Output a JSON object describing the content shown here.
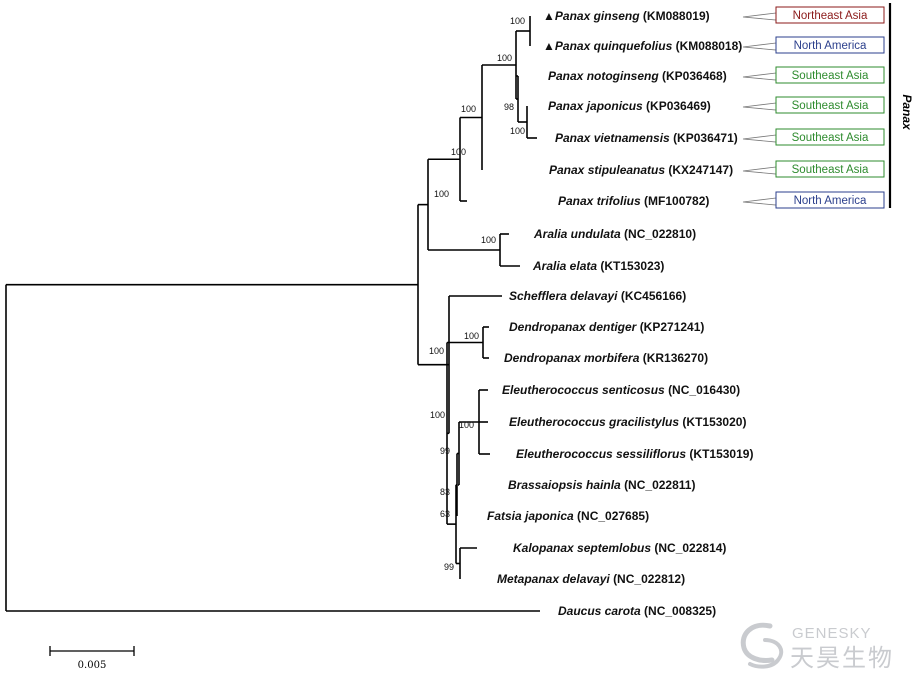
{
  "taxa": [
    {
      "id": "ginseng",
      "marker": "▲",
      "genus": "Panax ginseng",
      "accession": "(KM088019)",
      "region": "Northeast Asia"
    },
    {
      "id": "quinquefolius",
      "marker": "▲",
      "genus": "Panax quinquefolius",
      "accession": "(KM088018)",
      "region": "North America"
    },
    {
      "id": "notoginseng",
      "marker": "",
      "genus": "Panax notoginseng",
      "accession": "(KP036468)",
      "region": "Southeast Asia"
    },
    {
      "id": "japonicus",
      "marker": "",
      "genus": "Panax japonicus",
      "accession": "(KP036469)",
      "region": "Southeast Asia"
    },
    {
      "id": "vietnamensis",
      "marker": "",
      "genus": "Panax vietnamensis",
      "accession": "(KP036471)",
      "region": "Southeast Asia"
    },
    {
      "id": "stipuleanatus",
      "marker": "",
      "genus": "Panax stipuleanatus",
      "accession": "(KX247147)",
      "region": "Southeast Asia"
    },
    {
      "id": "trifolius",
      "marker": "",
      "genus": "Panax trifolius",
      "accession": "(MF100782)",
      "region": "North America"
    },
    {
      "id": "aralia_undulata",
      "marker": "",
      "genus": "Aralia undulata",
      "accession": "(NC_022810)",
      "region": ""
    },
    {
      "id": "aralia_elata",
      "marker": "",
      "genus": "Aralia elata",
      "accession": "(KT153023)",
      "region": ""
    },
    {
      "id": "schefflera",
      "marker": "",
      "genus": "Schefflera delavayi",
      "accession": " (KC456166)",
      "region": ""
    },
    {
      "id": "dendro_dentiger",
      "marker": "",
      "genus": "Dendropanax dentiger",
      "accession": "(KP271241)",
      "region": ""
    },
    {
      "id": "dendro_morbifera",
      "marker": "",
      "genus": "Dendropanax morbifera",
      "accession": "(KR136270)",
      "region": ""
    },
    {
      "id": "eleu_senticosus",
      "marker": "",
      "genus": "Eleutherococcus senticosus",
      "accession": "(NC_016430)",
      "region": ""
    },
    {
      "id": "eleu_gracilistylus",
      "marker": "",
      "genus": "Eleutherococcus gracilistylus",
      "accession": "(KT153020)",
      "region": ""
    },
    {
      "id": "eleu_sessiliflorus",
      "marker": "",
      "genus": "Eleutherococcus sessiliflorus",
      "accession": "(KT153019)",
      "region": ""
    },
    {
      "id": "brassaiopsis",
      "marker": "",
      "genus": "Brassaiopsis hainla",
      "accession": "(NC_022811)",
      "region": ""
    },
    {
      "id": "fatsia",
      "marker": "",
      "genus": "Fatsia japonica",
      "accession": "(NC_027685)",
      "region": ""
    },
    {
      "id": "kalopanax",
      "marker": "",
      "genus": "Kalopanax septemlobus",
      "accession": "(NC_022814)",
      "region": ""
    },
    {
      "id": "metapanax",
      "marker": "",
      "genus": "Metapanax delavayi",
      "accession": "(NC_022812)",
      "region": ""
    },
    {
      "id": "daucus",
      "marker": "",
      "genus": "Daucus carota",
      "accession": "(NC_008325)",
      "region": ""
    }
  ],
  "support_values": [
    {
      "node": "ginseng_quinquefolius",
      "value": "100"
    },
    {
      "node": "panax_core",
      "value": "100"
    },
    {
      "node": "japonicus_vietnamensis",
      "value": "100"
    },
    {
      "node": "japonicus_group",
      "value": "98"
    },
    {
      "node": "panax_with_stipuleanatus",
      "value": "100"
    },
    {
      "node": "panax_all",
      "value": "100"
    },
    {
      "node": "aralia",
      "value": "100"
    },
    {
      "node": "panax_aralia",
      "value": "100"
    },
    {
      "node": "dendropanax",
      "value": "100"
    },
    {
      "node": "ingroup",
      "value": "100"
    },
    {
      "node": "eleutherococcus",
      "value": "100"
    },
    {
      "node": "eleu_brassaiopsis_group",
      "value": "100"
    },
    {
      "node": "eleu_brassaiopsis",
      "value": "99"
    },
    {
      "node": "with_fatsia",
      "value": "83"
    },
    {
      "node": "with_kalopanax",
      "value": "63"
    },
    {
      "node": "kalopanax_metapanax",
      "value": "99"
    }
  ],
  "clade": {
    "label": "Panax"
  },
  "scale_bar": {
    "label": "0.005"
  },
  "watermark": {
    "brand": "GENESKY",
    "brand_cn": "天昊生物"
  },
  "colors": {
    "Northeast Asia": "#8b1a1a",
    "North America": "#2b3f8c",
    "Southeast Asia": "#2e8b2e"
  }
}
